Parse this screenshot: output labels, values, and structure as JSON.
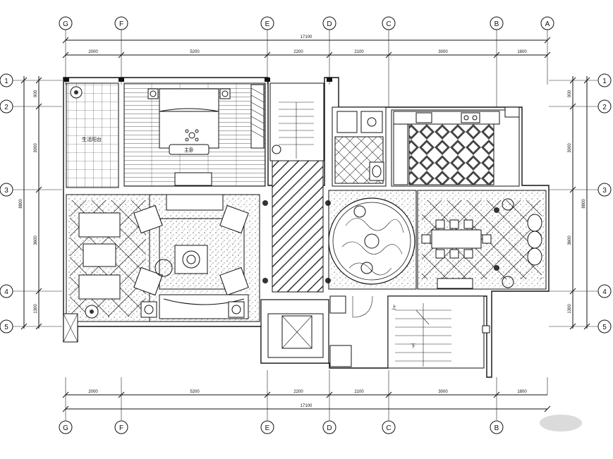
{
  "grid_axes_columns": [
    "G",
    "F",
    "E",
    "D",
    "C",
    "B",
    "A"
  ],
  "grid_axes_rows": [
    "1",
    "2",
    "3",
    "4",
    "5"
  ],
  "dimensions_top": {
    "total": "17100",
    "segments": [
      "2000",
      "5200",
      "2200",
      "2100",
      "3000",
      "1800"
    ]
  },
  "dimensions_bottom": {
    "total": "17100",
    "segments": [
      "2000",
      "5200",
      "2200",
      "2100",
      "3000",
      "1800"
    ]
  },
  "dimensions_left": {
    "total": "8800",
    "segments": [
      "900",
      "3000",
      "3600",
      "1300"
    ]
  },
  "dimensions_right": {
    "total": "8800",
    "segments": [
      "900",
      "3000",
      "3600",
      "1300"
    ]
  },
  "room_labels": {
    "balcony": "生活阳台",
    "bed": "主卧",
    "stair_up": "上",
    "stair_down": "下"
  }
}
